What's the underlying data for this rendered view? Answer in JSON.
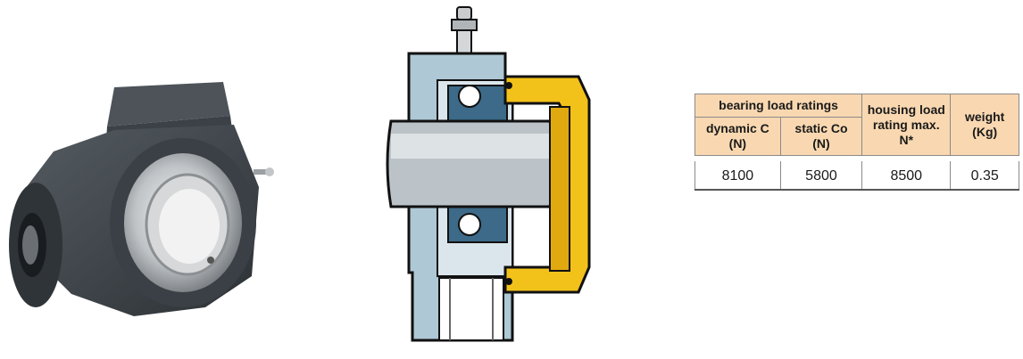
{
  "spec_table": {
    "group_header": "bearing load ratings",
    "housing_header": "housing load rating max. N*",
    "weight_header": "weight (Kg)",
    "dynamic_header": "dynamic C (N)",
    "static_header": "static Co (N)",
    "row": {
      "dynamic": "8100",
      "static": "5800",
      "housing": "8500",
      "weight": "0.35"
    }
  },
  "colors": {
    "header_fill": "#f9d8b1",
    "housing_gray": "#3e4449",
    "section_blue": "#aec8d5",
    "seal_yellow": "#f3c21a"
  }
}
